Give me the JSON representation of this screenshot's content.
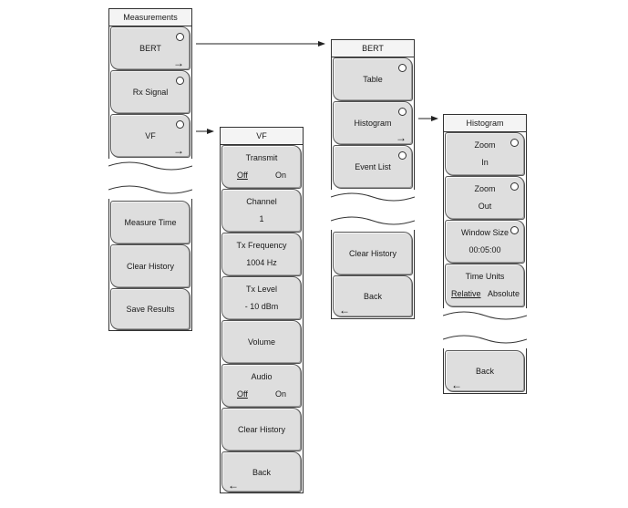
{
  "menus": {
    "measurements": {
      "title": "Measurements",
      "keys": [
        {
          "label": "BERT"
        },
        {
          "label": "Rx Signal"
        },
        {
          "label": "VF"
        },
        {
          "label": "Measure Time"
        },
        {
          "label": "Clear History"
        },
        {
          "label": "Save Results"
        }
      ]
    },
    "vf": {
      "title": "VF",
      "keys": [
        {
          "label": "Transmit",
          "opt_a": "Off",
          "opt_b": "On"
        },
        {
          "label": "Channel",
          "value": "1"
        },
        {
          "label": "Tx Frequency",
          "value": "1004 Hz"
        },
        {
          "label": "Tx Level",
          "value": "- 10 dBm"
        },
        {
          "label": "Volume"
        },
        {
          "label": "Audio",
          "opt_a": "Off",
          "opt_b": "On"
        },
        {
          "label": "Clear History"
        },
        {
          "label": "Back"
        }
      ]
    },
    "bert": {
      "title": "BERT",
      "keys": [
        {
          "label": "Table"
        },
        {
          "label": "Histogram"
        },
        {
          "label": "Event List"
        },
        {
          "label": "Clear History"
        },
        {
          "label": "Back"
        }
      ]
    },
    "histogram": {
      "title": "Histogram",
      "keys": [
        {
          "label": "Zoom",
          "value": "In"
        },
        {
          "label": "Zoom",
          "value": "Out"
        },
        {
          "label": "Window Size",
          "value": "00:05:00"
        },
        {
          "label": "Time Units",
          "opt_a": "Relative",
          "opt_b": "Absolute"
        },
        {
          "label": "Back"
        }
      ]
    }
  },
  "icons": {
    "submenu_arrow": "→",
    "back_arrow": "←"
  }
}
